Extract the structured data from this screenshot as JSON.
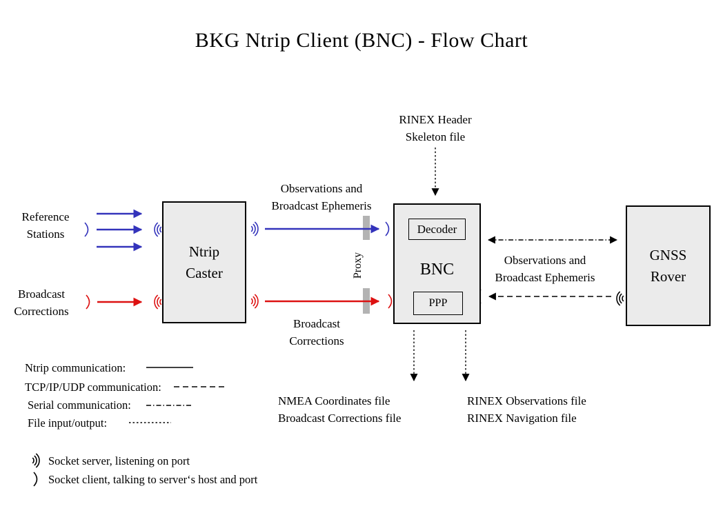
{
  "title": "BKG Ntrip Client (BNC)  -  Flow Chart",
  "nodes": {
    "ntrip_caster": "Ntrip\nCaster",
    "bnc": "BNC",
    "decoder": "Decoder",
    "ppp": "PPP",
    "gnss_rover": "GNSS\nRover",
    "proxy": "Proxy"
  },
  "labels": {
    "reference_stations": "Reference\nStations",
    "broadcast_corrections_left": "Broadcast\nCorrections",
    "observations_top": "Observations and\nBroadcast Ephemeris",
    "broadcast_corrections_mid": "Broadcast\nCorrections",
    "rinex_header_skeleton": "RINEX Header\nSkeleton file",
    "observations_right": "Observations and\nBroadcast Ephemeris",
    "nmea_output_files": "NMEA Coordinates file\nBroadcast Corrections file",
    "rinex_output_files": "RINEX Observations file\nRINEX Navigation file"
  },
  "legend": {
    "ntrip": "Ntrip communication:",
    "tcp": "TCP/IP/UDP communication:",
    "serial": "Serial communication:",
    "file": "File input/output:",
    "socket_server": "Socket server, listening on port",
    "socket_client": "Socket client, talking to server‘s host and port"
  },
  "colors": {
    "blue": "#3333bb",
    "red": "#dd1111",
    "box_fill": "#ebebeb",
    "proxy": "#b3b3b3",
    "border": "#000000"
  }
}
